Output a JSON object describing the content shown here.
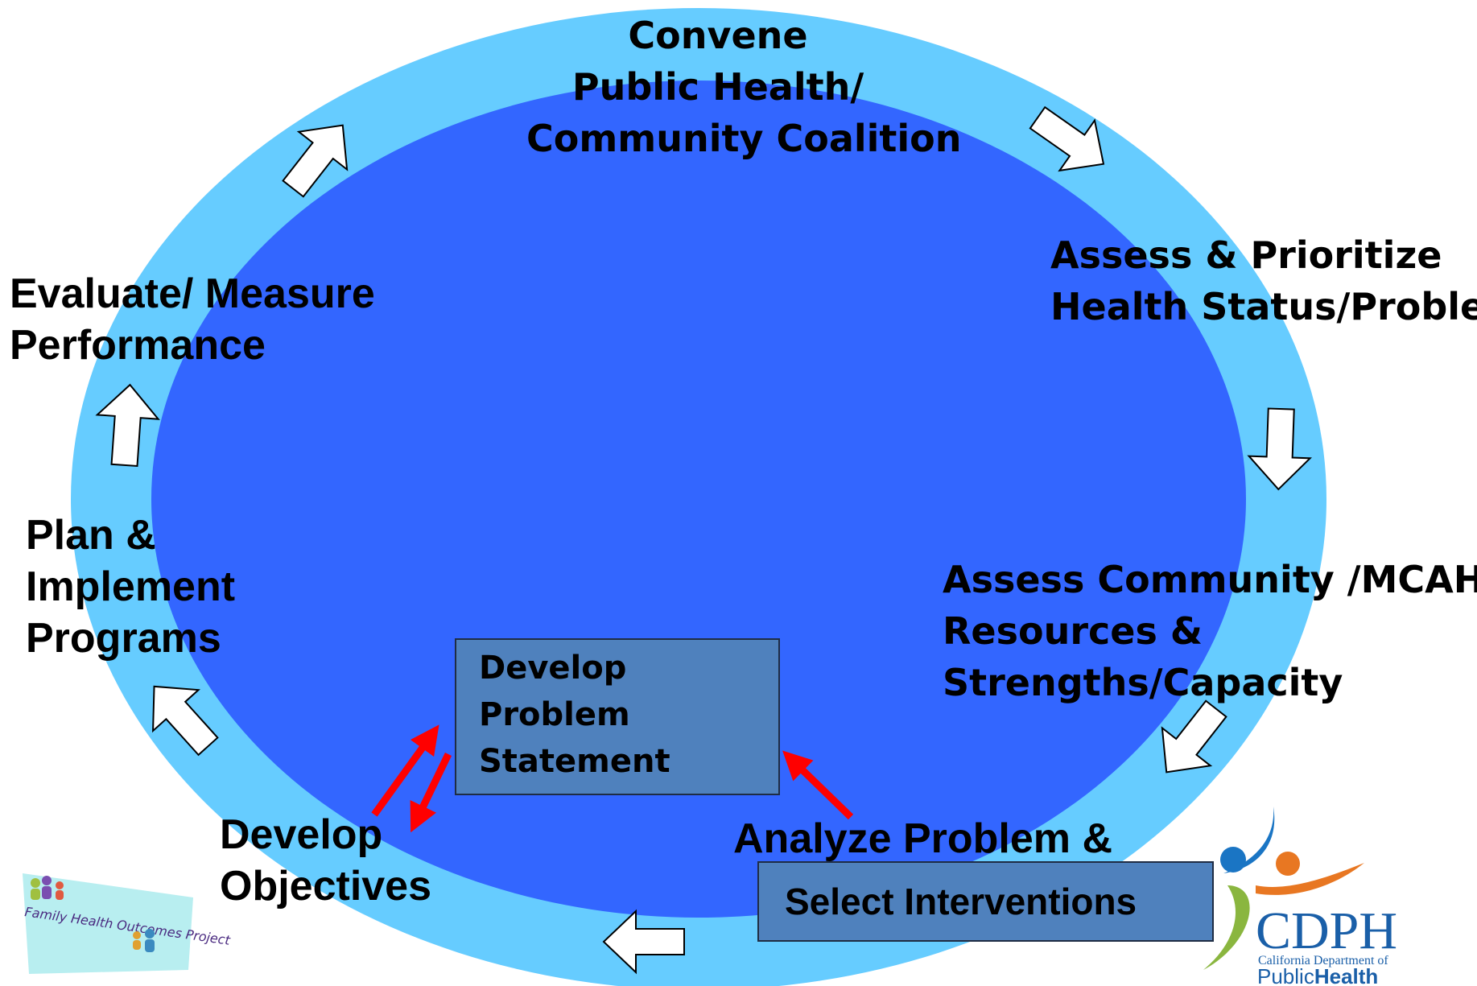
{
  "steps": {
    "convene": {
      "lines": [
        "Convene",
        "Public Health/",
        "Community Coalition"
      ]
    },
    "assess_prioritize": {
      "lines": [
        "Assess & Prioritize",
        "Health Status/Problems"
      ]
    },
    "assess_community": {
      "lines": [
        "Assess Community /MCAH",
        "Resources &",
        "Strengths/Capacity"
      ]
    },
    "analyze": {
      "line1": "Analyze Problem &",
      "line2": "Select Interventions"
    },
    "problem_statement": {
      "lines": [
        "Develop",
        "Problem",
        "Statement"
      ]
    },
    "develop_objectives": {
      "lines": [
        "Develop",
        "Objectives"
      ]
    },
    "plan_implement": {
      "lines": [
        "Plan &",
        "Implement",
        "Programs"
      ]
    },
    "evaluate": {
      "lines": [
        "Evaluate/ Measure",
        "Performance"
      ]
    }
  },
  "logos": {
    "fhop": {
      "text": "Family Health Outcomes Project"
    },
    "cdph": {
      "abbr": "CDPH",
      "sub": "California Department of",
      "name_a": "Public",
      "name_b": "Health"
    }
  },
  "colors": {
    "outer_ring": "#66ccff",
    "inner_circle": "#3366ff",
    "box_fill": "#4f81bd",
    "red_arrow": "#ff0000",
    "cdph_blue": "#1a75c4",
    "cdph_orange": "#e87722",
    "cdph_green": "#8ab63f"
  }
}
